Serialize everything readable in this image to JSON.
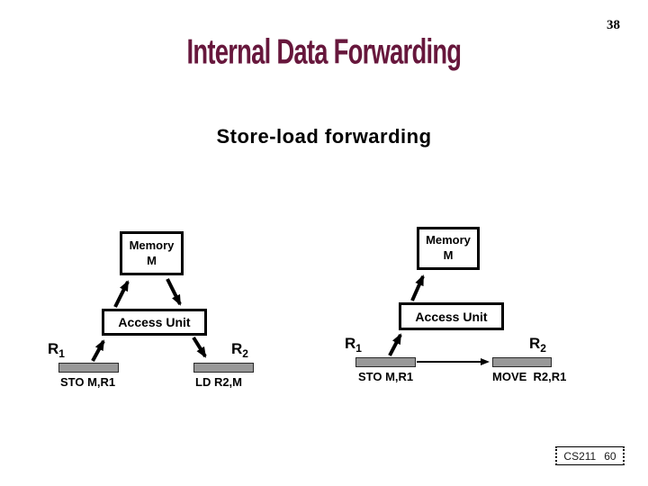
{
  "slide": {
    "page_number": "38",
    "title": "Internal Data Forwarding",
    "subtitle": "Store-load forwarding",
    "footer": {
      "course": "CS211",
      "page": "60"
    }
  },
  "colors": {
    "title_accent": "#67173C",
    "register_bar_fill": "#989898",
    "text": "#000000"
  },
  "left_diagram": {
    "memory_line1": "Memory",
    "memory_line2": "M",
    "access_unit": "Access Unit",
    "reg1_base": "R",
    "reg1_sub": "1",
    "reg2_base": "R",
    "reg2_sub": "2",
    "instr_store": "STO M,R1",
    "instr_load": "LD R2,M"
  },
  "right_diagram": {
    "memory_line1": "Memory",
    "memory_line2": "M",
    "access_unit": "Access Unit",
    "reg1_base": "R",
    "reg1_sub": "1",
    "reg2_base": "R",
    "reg2_sub": "2",
    "instr_store": "STO M,R1",
    "instr_move": "MOVE  R2,R1"
  }
}
